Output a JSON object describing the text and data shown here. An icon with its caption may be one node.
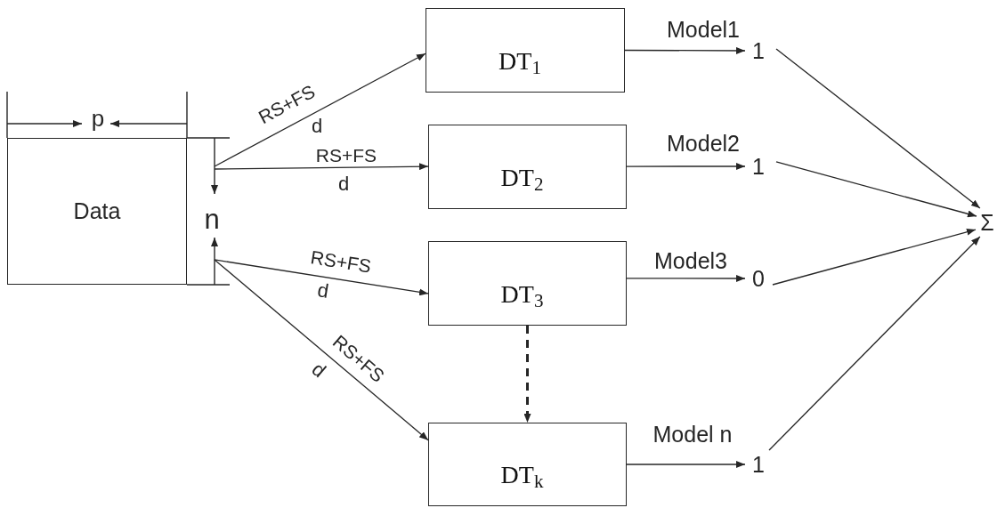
{
  "diagram": {
    "nodes": [
      {
        "text": [
          "Data"
        ]
      },
      {
        "text": [
          "DT$_{1}$"
        ]
      },
      {
        "text": [
          "DT$_{2}$"
        ]
      },
      {
        "text": [
          "DT$_{3}$"
        ]
      },
      {
        "text": [
          "DT$_{k}$"
        ]
      },
      {
        "text": [
          "1"
        ]
      },
      {
        "text": [
          "1"
        ]
      },
      {
        "text": [
          "0"
        ]
      },
      {
        "text": [
          "1"
        ]
      },
      {
        "text": [
          "Σ"
        ]
      }
    ],
    "edges": [
      {
        "from": 0,
        "to": 1,
        "arrow": "to",
        "label": "RS+FS"
      },
      {
        "from": 0,
        "to": 2,
        "arrow": "to",
        "label": "RS+FS"
      },
      {
        "from": 0,
        "to": 3,
        "arrow": "to",
        "label": "RS+FS"
      },
      {
        "from": 0,
        "to": 4,
        "arrow": "to",
        "label": "RS+FS"
      },
      {
        "from": 1,
        "to": 5,
        "arrow": "to",
        "label": "Model1"
      },
      {
        "from": 2,
        "to": 6,
        "arrow": "to",
        "label": "Model2"
      },
      {
        "from": 3,
        "to": 7,
        "arrow": "to",
        "label": "Model3"
      },
      {
        "from": 4,
        "to": 8,
        "arrow": "to",
        "label": "Model n"
      },
      {
        "from": 5,
        "to": 9,
        "arrow": "to"
      },
      {
        "from": 6,
        "to": 9,
        "arrow": "to"
      },
      {
        "from": 7,
        "to": 9,
        "arrow": "to"
      },
      {
        "from": 8,
        "to": 9,
        "arrow": "to"
      },
      {
        "from": 3,
        "to": 4,
        "arrow": "to",
        "style": "dashed"
      }
    ],
    "labels": [
      "p",
      "d",
      "d",
      "n",
      "d",
      "d"
    ]
  }
}
